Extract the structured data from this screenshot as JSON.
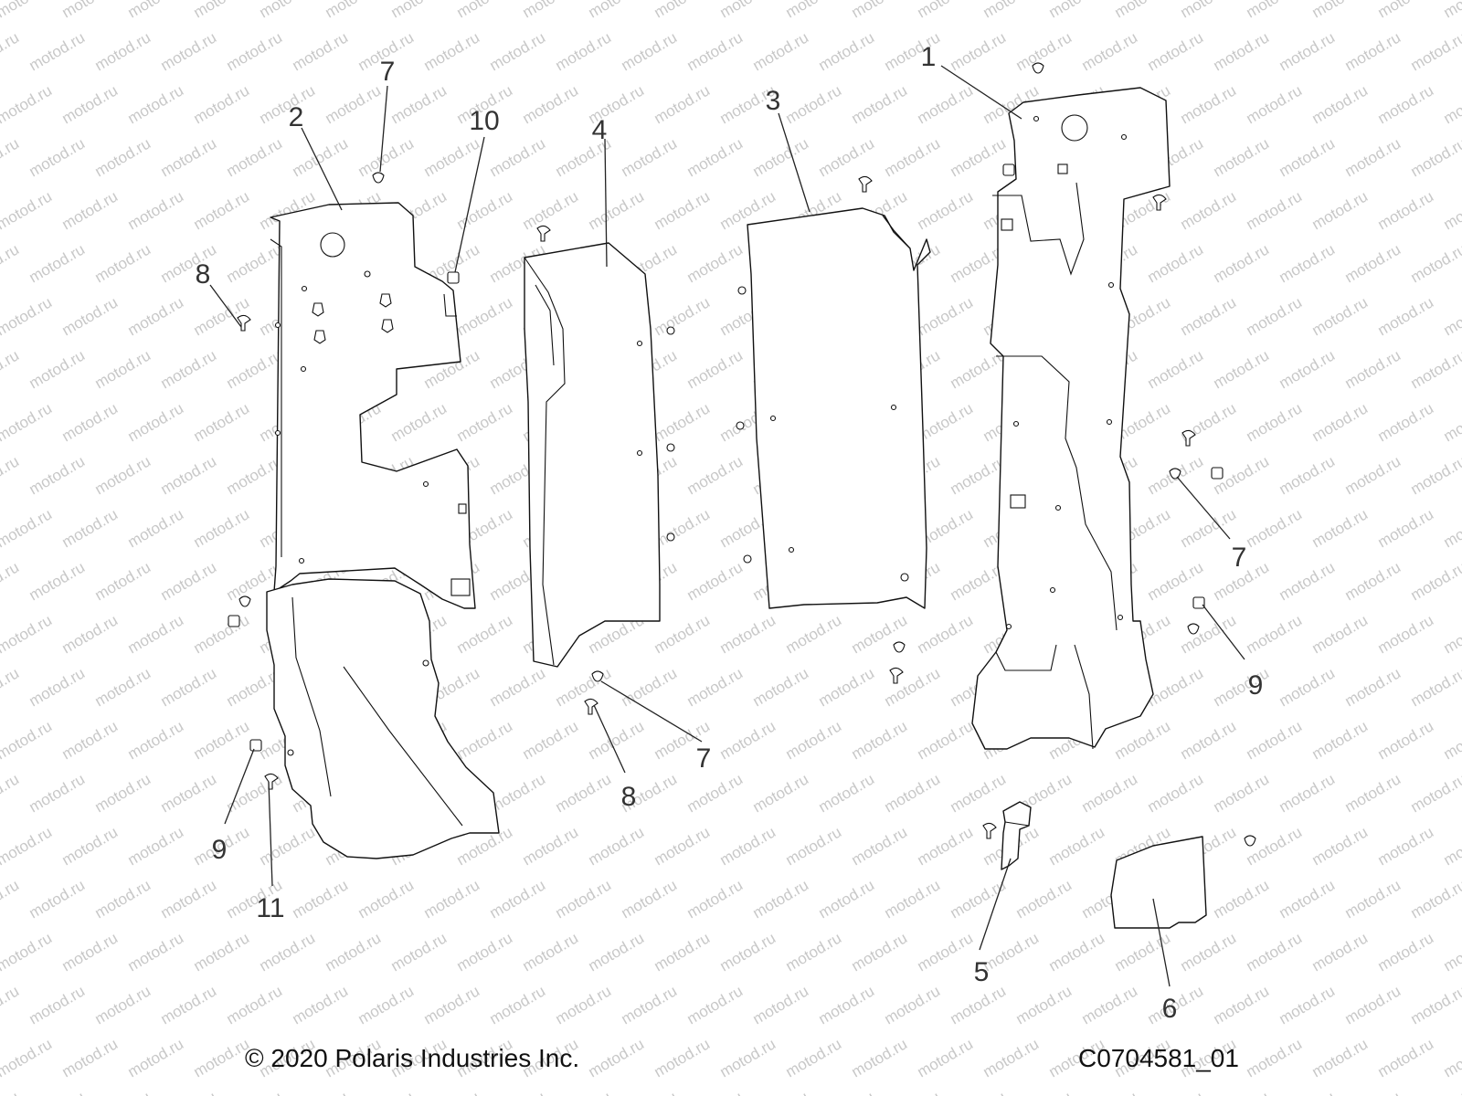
{
  "watermark": "motod.ru",
  "footer": {
    "copyright": "© 2020 Polaris Industries Inc.",
    "drawing_id": "C0704581_01"
  },
  "callouts": [
    {
      "id": "c1",
      "label": "1"
    },
    {
      "id": "c2",
      "label": "2"
    },
    {
      "id": "c3",
      "label": "3"
    },
    {
      "id": "c4",
      "label": "4"
    },
    {
      "id": "c5",
      "label": "5"
    },
    {
      "id": "c6",
      "label": "6"
    },
    {
      "id": "c7a",
      "label": "7"
    },
    {
      "id": "c7b",
      "label": "7"
    },
    {
      "id": "c7c",
      "label": "7"
    },
    {
      "id": "c8a",
      "label": "8"
    },
    {
      "id": "c8b",
      "label": "8"
    },
    {
      "id": "c9a",
      "label": "9"
    },
    {
      "id": "c9b",
      "label": "9"
    },
    {
      "id": "c10",
      "label": "10"
    },
    {
      "id": "c11",
      "label": "11"
    }
  ],
  "colors": {
    "line": "#111111",
    "watermark": "#c8c8c8",
    "background": "#ffffff"
  }
}
